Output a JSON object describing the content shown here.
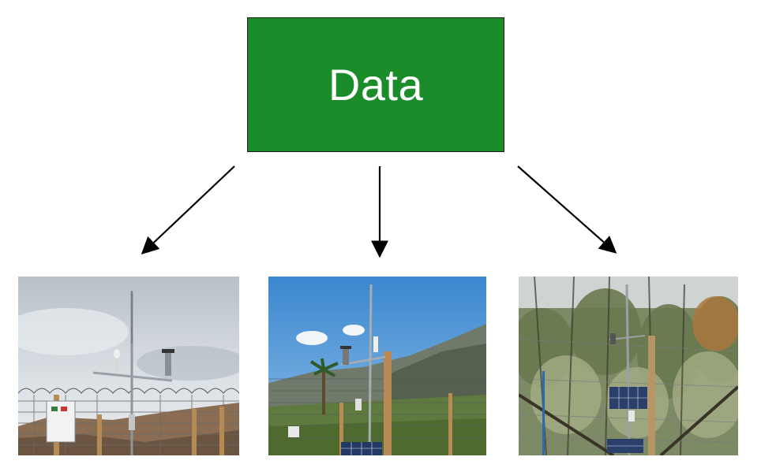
{
  "root": {
    "label": "Data",
    "color": "#1a8c2a"
  },
  "photos": [
    {
      "name": "weather-station-1",
      "sky": "#c9d0d6"
    },
    {
      "name": "weather-station-2",
      "sky": "#3f8bd0"
    },
    {
      "name": "weather-station-3",
      "sky": "#d8dcdf"
    }
  ]
}
